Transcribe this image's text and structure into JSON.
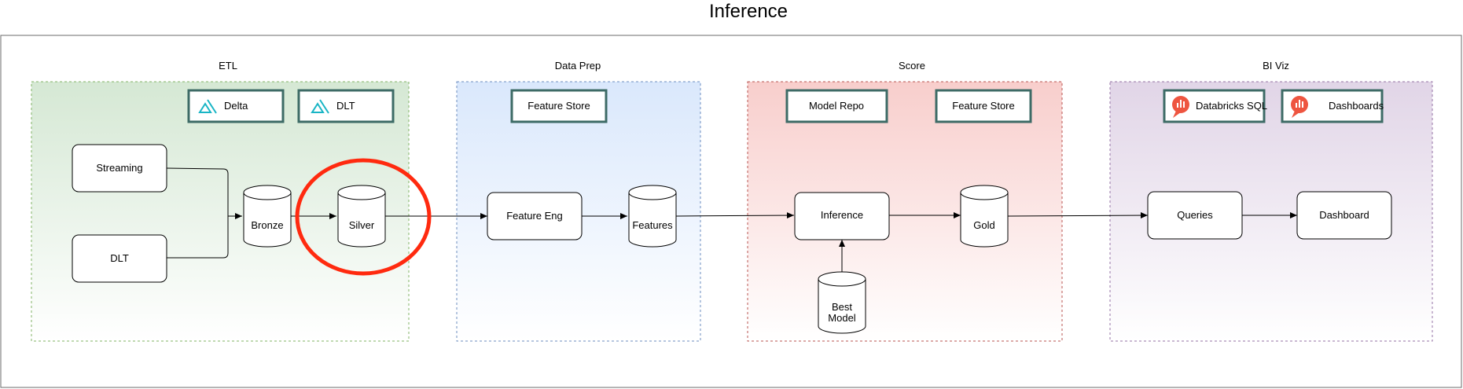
{
  "title": "Inference",
  "sections": {
    "etl": {
      "label": "ETL",
      "fill": "#d5e8d4",
      "stroke": "#82b366"
    },
    "data_prep": {
      "label": "Data Prep",
      "fill": "#dae8fc",
      "stroke": "#6c8ebf"
    },
    "score": {
      "label": "Score",
      "fill": "#f8cecc",
      "stroke": "#b85450"
    },
    "bi_viz": {
      "label": "BI Viz",
      "fill": "#e1d5e7",
      "stroke": "#9673a6"
    }
  },
  "badges": {
    "delta": {
      "label": "Delta",
      "icon": "delta-lake-icon"
    },
    "dlt": {
      "label": "DLT",
      "icon": "delta-lake-icon"
    },
    "feature_store_prep": {
      "label": "Feature Store"
    },
    "model_repo": {
      "label": "Model Repo"
    },
    "feature_store_score": {
      "label": "Feature Store"
    },
    "databricks_sql": {
      "label": "Databricks SQL",
      "icon": "sql-chart-bubble-icon"
    },
    "dashboards": {
      "label": "Dashboards",
      "icon": "sql-chart-bubble-icon"
    }
  },
  "nodes": {
    "streaming": {
      "label": "Streaming"
    },
    "dlt": {
      "label": "DLT"
    },
    "bronze": {
      "label": "Bronze"
    },
    "silver": {
      "label": "Silver"
    },
    "feature_eng": {
      "label": "Feature Eng"
    },
    "features": {
      "label": "Features"
    },
    "inference": {
      "label": "Inference"
    },
    "best_model": {
      "label_line1": "Best",
      "label_line2": "Model"
    },
    "gold": {
      "label": "Gold"
    },
    "queries": {
      "label": "Queries"
    },
    "dashboard": {
      "label": "Dashboard"
    }
  },
  "colors": {
    "badge_border": "#3d6b66",
    "highlight_ring": "#ff2a0f",
    "delta_icon": "#19b5c5",
    "sql_icon": "#ee5540"
  }
}
